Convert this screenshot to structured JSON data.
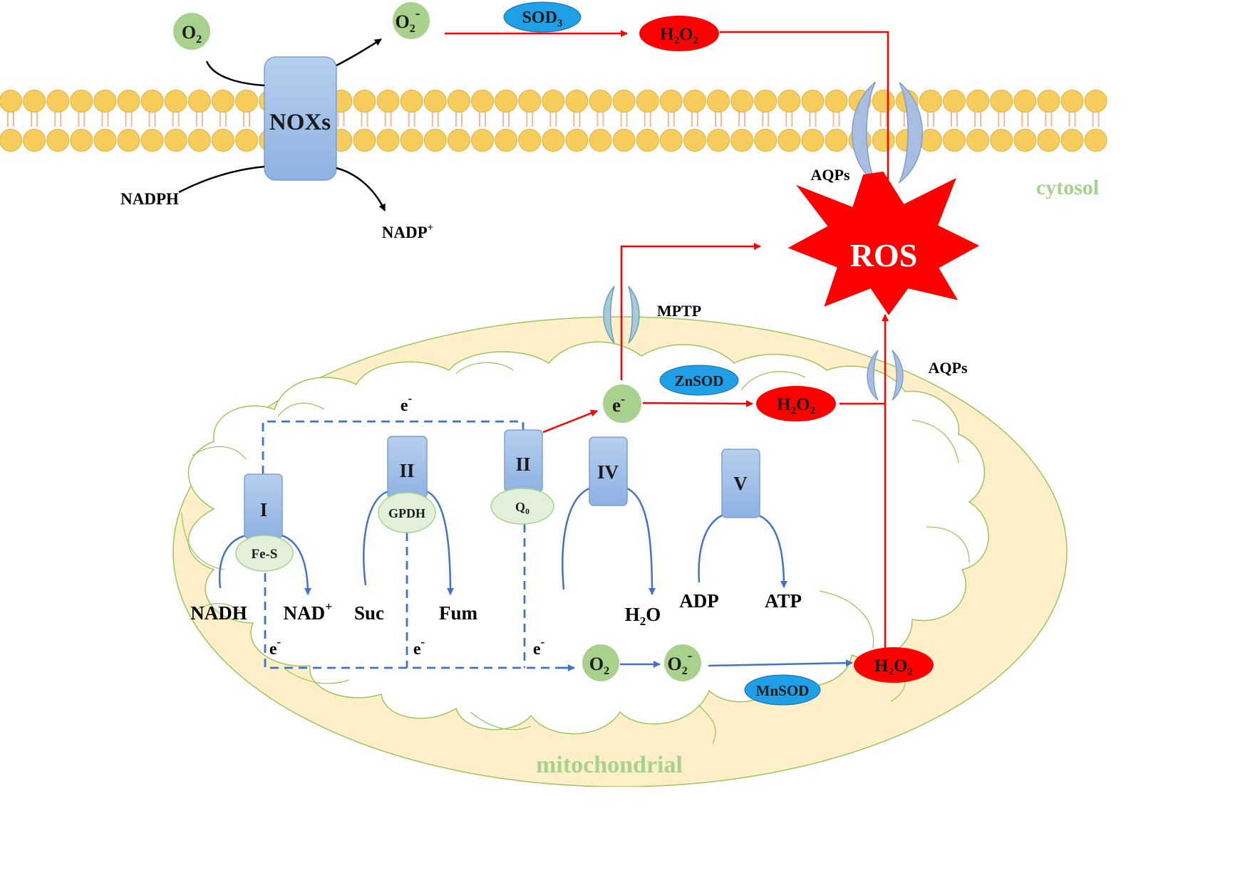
{
  "membrane": {
    "region_label": "cytosol",
    "nox_label": "NOXs",
    "aqp_label": "AQPs",
    "o2_left": {
      "base": "O",
      "sub": "2"
    },
    "o2_radical": {
      "base": "O",
      "sub": "2",
      "sup": "-"
    },
    "sod": {
      "base": "SOD",
      "sub": "3"
    },
    "h2o2": {
      "a": "H",
      "s1": "2",
      "b": "O",
      "s2": "2"
    },
    "nadph": "NADPH",
    "nadp": {
      "base": "NADP",
      "sup": "+"
    }
  },
  "ros": {
    "label": "ROS"
  },
  "mito": {
    "region_label": "mitochondrial",
    "mptp_label": "MPTP",
    "aqp_label": "AQPs",
    "znsod_label": "ZnSOD",
    "mnsod_label": "MnSOD",
    "electron": {
      "base": "e",
      "sup": "-"
    },
    "h2o2": {
      "a": "H",
      "s1": "2",
      "b": "O",
      "s2": "2"
    },
    "o2": {
      "base": "O",
      "sub": "2"
    },
    "o2_radical": {
      "base": "O",
      "sub": "2",
      "sup": "-"
    },
    "complexes": [
      {
        "label": "I",
        "sublabel": "Fe-S"
      },
      {
        "label": "II",
        "sublabel": "GPDH"
      },
      {
        "label": "II",
        "sublabel": "Q",
        "sublabel_sub": "0"
      },
      {
        "label": "IV"
      },
      {
        "label": "V"
      }
    ],
    "substrates": {
      "nadh": "NADH",
      "nad": {
        "base": "NAD",
        "sup": "+"
      },
      "suc": "Suc",
      "fum": "Fum",
      "h2o": {
        "a": "H",
        "s1": "2",
        "b": "O"
      },
      "adp": "ADP",
      "atp": "ATP"
    }
  },
  "colors": {
    "lipid_head": "#f6cd5c",
    "lipid_tail": "#f2b89a",
    "protein": "#9dbde6",
    "ion_green": "#a9d18e",
    "sod_blue": "#1fa0e6",
    "h2o2_red": "#ff0000",
    "mito_fill": "#fdf0c8",
    "mito_line": "#9cc562",
    "arrow_red": "#ff0000",
    "arrow_blue": "#4472c4",
    "region_green": "#a9d18e"
  }
}
